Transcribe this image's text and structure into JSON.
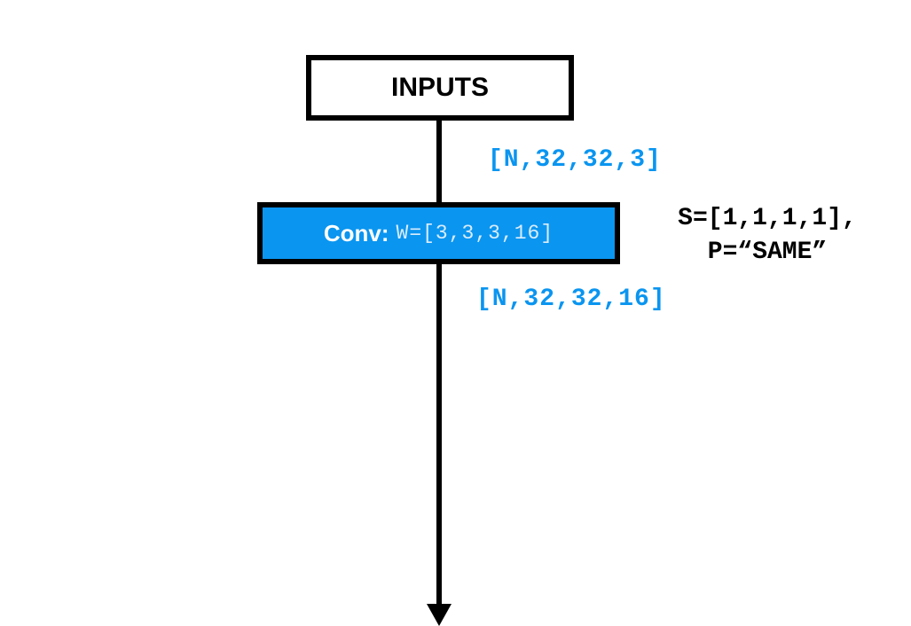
{
  "inputs_node": {
    "label": "INPUTS"
  },
  "conv_node": {
    "label": "Conv:",
    "weights": "W=[3,3,3,16]"
  },
  "edges": {
    "input_shape": "[N,32,32,3]",
    "output_shape": "[N,32,32,16]"
  },
  "conv_params": {
    "strides": "S=[1,1,1,1],",
    "padding": "P=“SAME”"
  },
  "colors": {
    "accent": "#0a95f0",
    "stroke": "#000000",
    "background": "#ffffff"
  }
}
